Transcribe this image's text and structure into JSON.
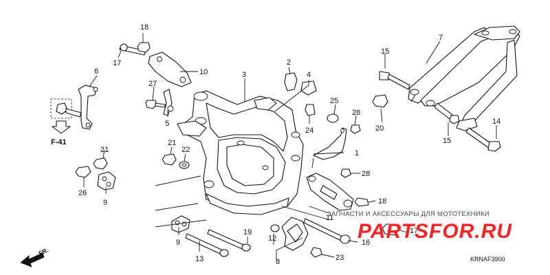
{
  "diagram": {
    "code": "KRNAF3900",
    "ref_label": "F-41",
    "front_label": "FR.",
    "callouts": {
      "c1": "1",
      "c2": "2",
      "c3": "3",
      "c4": "4",
      "c5": "5",
      "c6": "6",
      "c7": "7",
      "c8": "8",
      "c9a": "9",
      "c9b": "9",
      "c10": "10",
      "c11": "11",
      "c12": "12",
      "c13": "13",
      "c14": "14",
      "c15a": "15",
      "c15b": "15",
      "c16": "16",
      "c17a": "17",
      "c17b": "17",
      "c18a": "18",
      "c18b": "18",
      "c19": "19",
      "c20": "20",
      "c21a": "21",
      "c21b": "21",
      "c22": "22",
      "c23": "23",
      "c24": "24",
      "c25": "25",
      "c26": "26",
      "c27": "27",
      "c28a": "28",
      "c28b": "28"
    }
  },
  "watermark": {
    "tagline": "ЗАПЧАСТИ И АКСЕССУАРЫ ДЛЯ МОТОТЕХНИКИ",
    "brand": "PARTSFOR.RU",
    "color": "#ff2222"
  }
}
